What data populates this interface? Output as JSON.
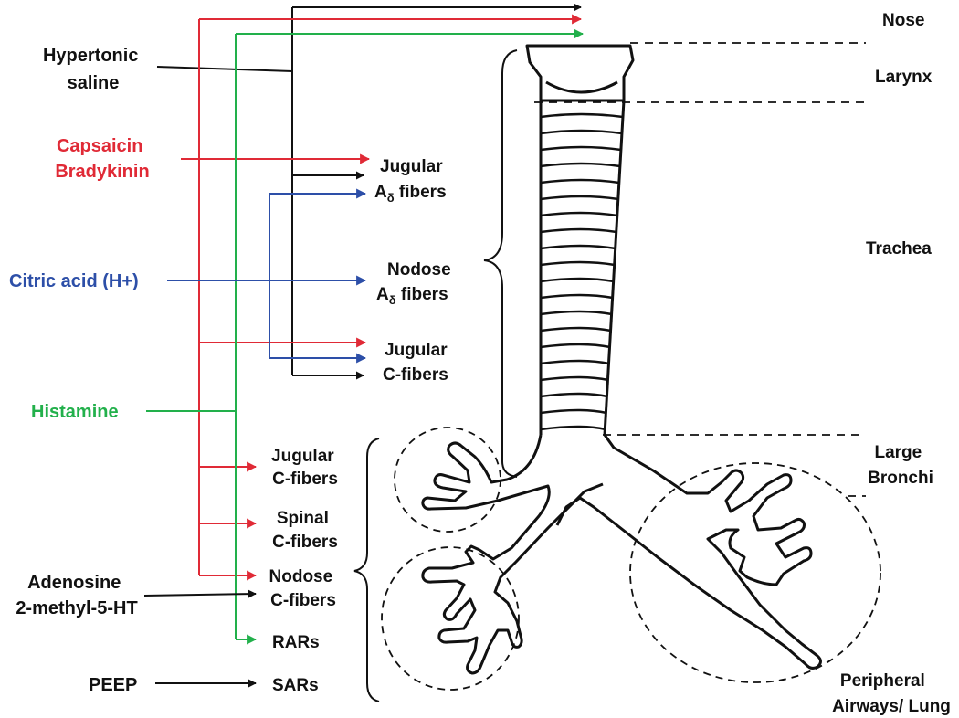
{
  "colors": {
    "black": "#111111",
    "red": "#e02a36",
    "green": "#22b04b",
    "blue": "#2d4fa8"
  },
  "stimuli": {
    "hypertonic": [
      "Hypertonic",
      "saline"
    ],
    "capsaicin": [
      "Capsaicin",
      "Bradykinin"
    ],
    "citric": "Citric acid (H+)",
    "histamine": "Histamine",
    "adenosine": [
      "Adenosine",
      "2-methyl-5-HT"
    ],
    "peep": "PEEP"
  },
  "upper_targets": {
    "jugular_adelta": [
      "Jugular",
      "A",
      " fibers"
    ],
    "nodose_adelta": [
      "Nodose",
      "A",
      " fibers"
    ],
    "jugular_c": [
      "Jugular",
      "C-fibers"
    ]
  },
  "lower_targets": {
    "jugular_c": [
      "Jugular",
      "C-fibers"
    ],
    "spinal_c": [
      "Spinal",
      "C-fibers"
    ],
    "nodose_c": [
      "Nodose",
      "C-fibers"
    ],
    "rars": "RARs",
    "sars": "SARs"
  },
  "regions": {
    "nose": "Nose",
    "larynx": "Larynx",
    "trachea": "Trachea",
    "bronchi": [
      "Large",
      "Bronchi"
    ],
    "peripheral": [
      "Peripheral",
      "Airways/ Lung"
    ]
  }
}
